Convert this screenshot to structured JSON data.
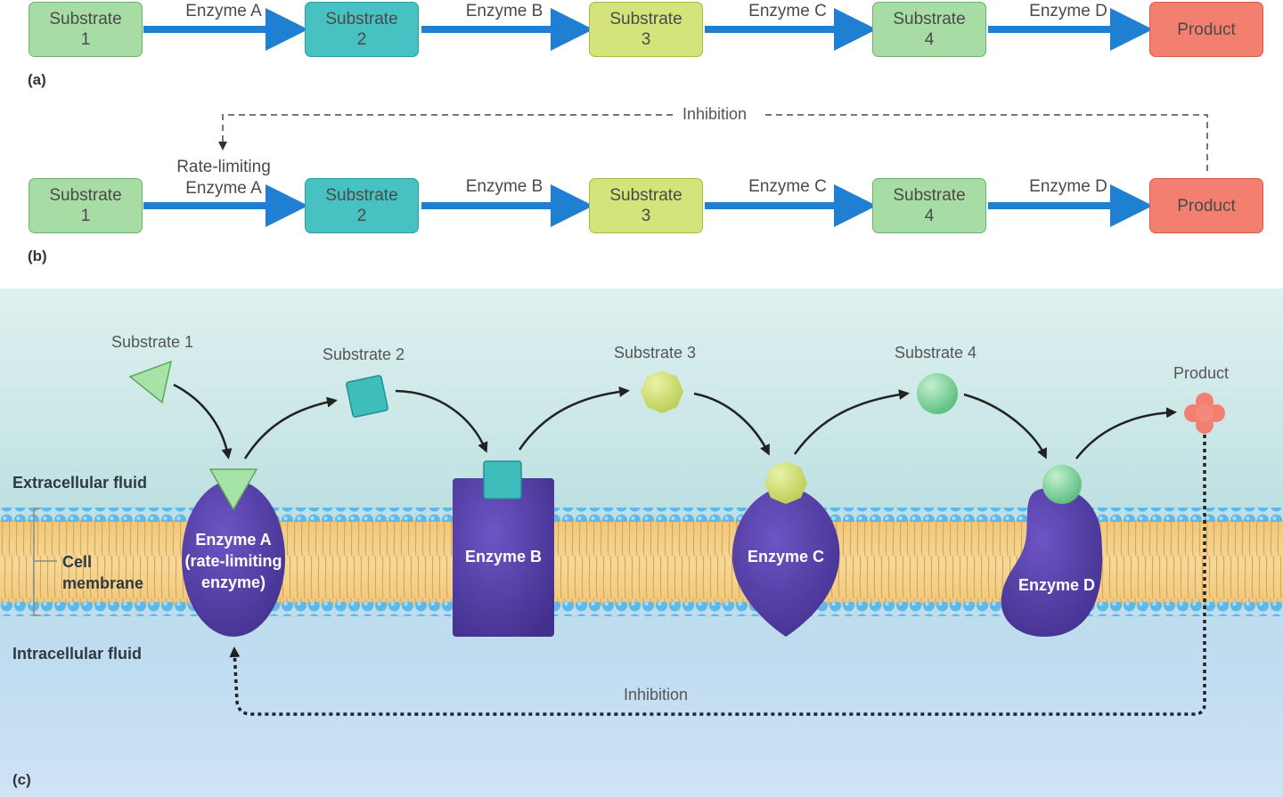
{
  "panel_a": {
    "label": "(a)",
    "substrates": [
      {
        "line1": "Substrate",
        "line2": "1"
      },
      {
        "line1": "Substrate",
        "line2": "2"
      },
      {
        "line1": "Substrate",
        "line2": "3"
      },
      {
        "line1": "Substrate",
        "line2": "4"
      }
    ],
    "product": "Product",
    "enzymes": [
      "Enzyme A",
      "Enzyme B",
      "Enzyme C",
      "Enzyme D"
    ]
  },
  "panel_b": {
    "label": "(b)",
    "inhibition": "Inhibition",
    "rate_limiting": "Rate-limiting",
    "substrates": [
      {
        "line1": "Substrate",
        "line2": "1"
      },
      {
        "line1": "Substrate",
        "line2": "2"
      },
      {
        "line1": "Substrate",
        "line2": "3"
      },
      {
        "line1": "Substrate",
        "line2": "4"
      }
    ],
    "product": "Product",
    "enzymes": [
      "Enzyme A",
      "Enzyme B",
      "Enzyme C",
      "Enzyme D"
    ]
  },
  "panel_c": {
    "label": "(c)",
    "extracellular": "Extracellular fluid",
    "membrane_line1": "Cell",
    "membrane_line2": "membrane",
    "intracellular": "Intracellular fluid",
    "substrates": [
      "Substrate 1",
      "Substrate 2",
      "Substrate 3",
      "Substrate 4"
    ],
    "product": "Product",
    "enzyme_a": {
      "line1": "Enzyme A",
      "line2": "(rate-limiting",
      "line3": "enzyme)"
    },
    "enzyme_b": "Enzyme B",
    "enzyme_c": "Enzyme C",
    "enzyme_d": "Enzyme D",
    "inhibition": "Inhibition"
  },
  "colors": {
    "arrow_blue": "#1f7fd0",
    "substrate_green": "#a8dca5",
    "substrate_teal": "#47c1c1",
    "substrate_yellow": "#d5e47a",
    "product_red": "#f27f6f",
    "enzyme_purple": "#5a40a8"
  }
}
